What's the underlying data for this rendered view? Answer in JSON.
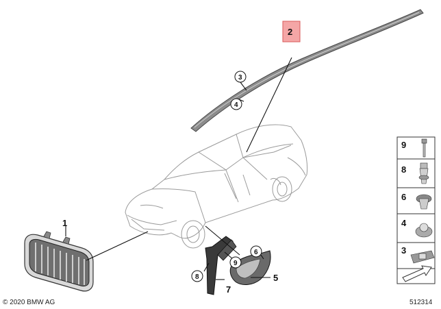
{
  "diagram": {
    "highlighted_part": "2",
    "callouts": {
      "c1": "1",
      "c2": "2",
      "c3": "3",
      "c4": "4",
      "c5": "5",
      "c6": "6",
      "c7": "7",
      "c8": "8",
      "c9": "9"
    },
    "legend": [
      "9",
      "8",
      "6",
      "4",
      "3"
    ],
    "copyright": "© 2020 BMW AG",
    "diagram_id": "512314",
    "highlight_color": "#f4a6a6"
  }
}
